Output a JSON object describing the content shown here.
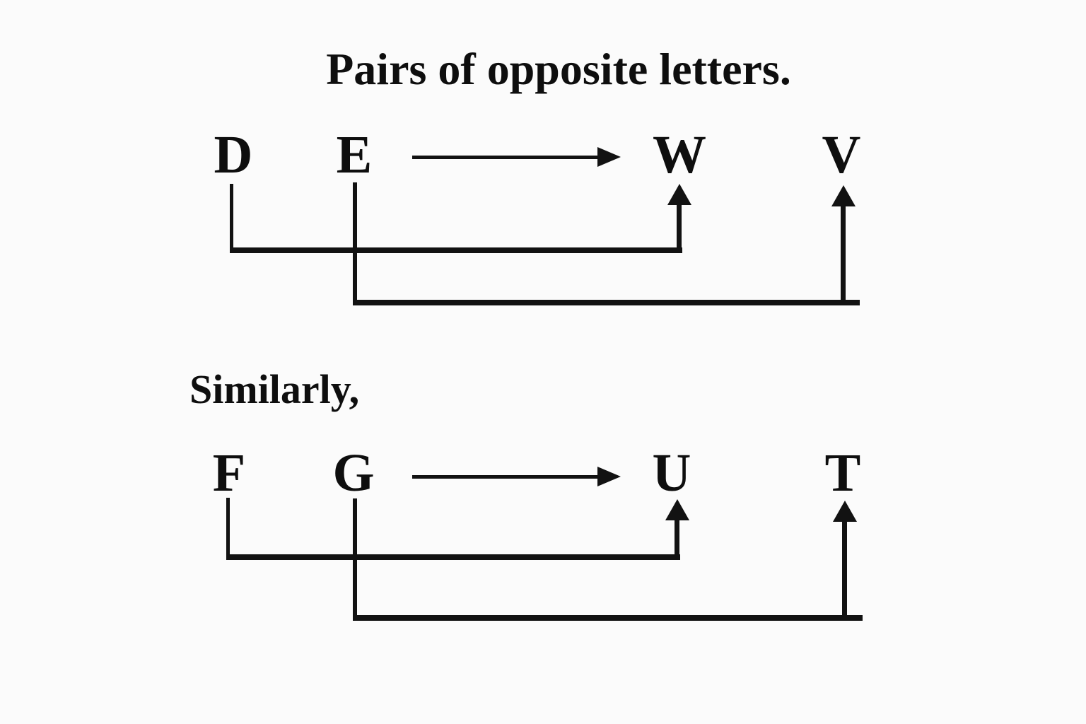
{
  "title": "Pairs of opposite letters.",
  "similarly_label": "Similarly,",
  "colors": {
    "ink": "#121212",
    "background": "#fbfbfb"
  },
  "diagram1": {
    "letters": [
      "D",
      "E",
      "W",
      "V"
    ],
    "pairs": [
      {
        "from": "D",
        "to": "W"
      },
      {
        "from": "E",
        "to": "V"
      }
    ]
  },
  "diagram2": {
    "letters": [
      "F",
      "G",
      "U",
      "T"
    ],
    "pairs": [
      {
        "from": "F",
        "to": "U"
      },
      {
        "from": "G",
        "to": "T"
      }
    ]
  }
}
